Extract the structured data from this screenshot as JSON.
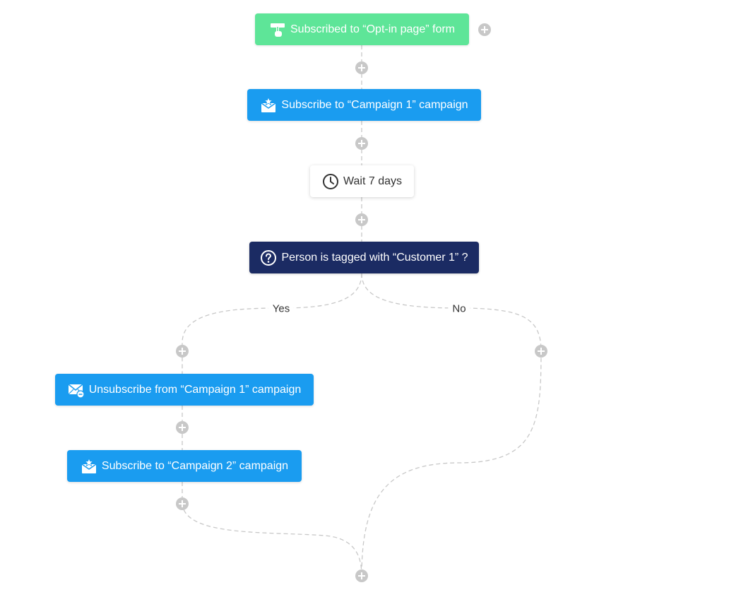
{
  "nodes": {
    "trigger": {
      "label": "Subscribed to “Opt-in page” form",
      "icon": "hand-pointer-icon"
    },
    "subscribe_campaign_1": {
      "label": "Subscribe to “Campaign 1” campaign",
      "icon": "envelope-star-icon"
    },
    "wait": {
      "label": "Wait 7 days",
      "icon": "clock-icon"
    },
    "condition": {
      "label": "Person is tagged with “Customer 1” ?",
      "icon": "question-circle-icon"
    },
    "unsubscribe_campaign_1": {
      "label": "Unsubscribe from “Campaign 1” campaign",
      "icon": "envelope-minus-icon"
    },
    "subscribe_campaign_2": {
      "label": "Subscribe to “Campaign 2” campaign",
      "icon": "envelope-star-icon"
    }
  },
  "branches": {
    "yes": "Yes",
    "no": "No"
  },
  "colors": {
    "trigger": "#5ee598",
    "action": "#1a9cf0",
    "condition": "#1b2b63",
    "wait": "#ffffff",
    "connector": "#c8c8c8"
  }
}
